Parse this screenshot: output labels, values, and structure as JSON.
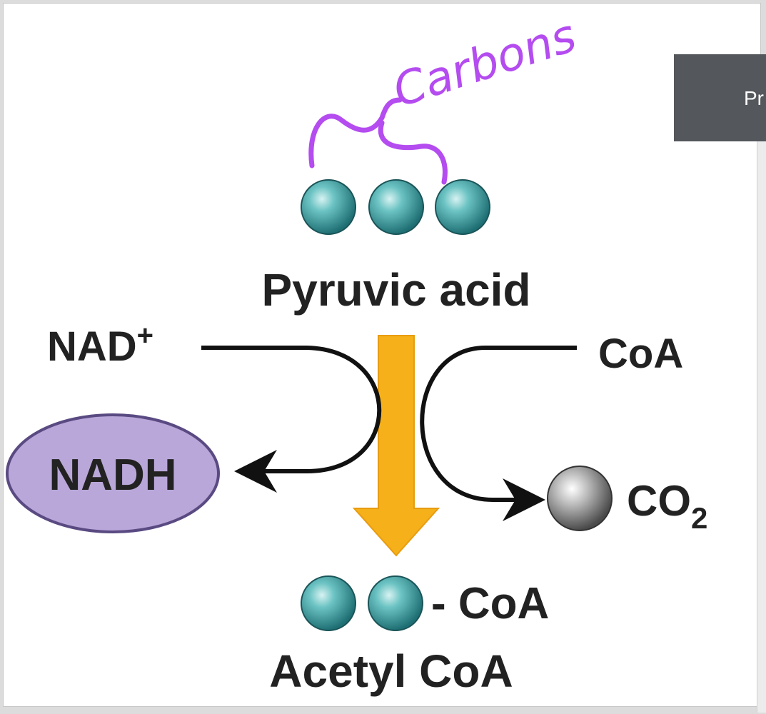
{
  "side_tab": {
    "label": "Pr"
  },
  "annotation": {
    "text": "Carbons",
    "color": "#b44cf0"
  },
  "molecules": {
    "pyruvic_acid": "Pyruvic acid",
    "acetyl_coa": "Acetyl CoA",
    "acetyl_coa_attach": "- CoA"
  },
  "inputs": {
    "nad": {
      "base": "NAD",
      "sup": "+"
    },
    "coa": "CoA"
  },
  "outputs": {
    "nadh": "NADH",
    "co2": {
      "base": "CO",
      "sub": "2"
    }
  },
  "colors": {
    "carbon": "#3aa3a3",
    "arrow": "#f5b01a",
    "nadh_fill": "#b9a7d9",
    "co2_fill": "#9a9a9a",
    "tab_bg": "#54575b"
  }
}
